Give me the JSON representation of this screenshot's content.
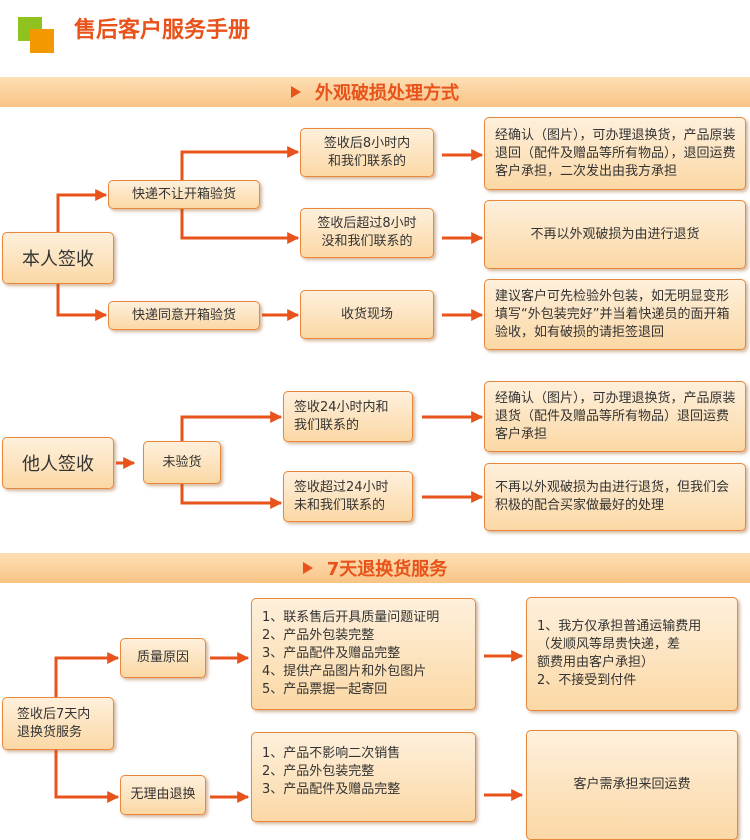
{
  "header": {
    "title": "售后客户服务手册"
  },
  "section1": {
    "title": "外观破损处理方式",
    "self_sign": "本人签收",
    "no_open": "快递不让开箱验货",
    "within_8h": "签收后8小时内\n和我们联系的",
    "within_8h_result": "经确认（图片），可办理退换货，产品原装退回（配件及赠品等所有物品），退回运费客户承担，二次发出由我方承担",
    "over_8h": "签收后超过8小时\n没和我们联系的",
    "over_8h_result": "不再以外观破损为由进行退货",
    "allow_open": "快递同意开箱验货",
    "on_site": "收货现场",
    "on_site_result": "建议客户可先检验外包装，如无明显变形填写“外包装完好”并当着快递员的面开箱验收，如有破损的请拒签退回",
    "other_sign": "他人签收",
    "not_inspected": "未验货",
    "within_24h": "签收24小时内和\n我们联系的",
    "within_24h_result": "经确认（图片），可办理退换货，产品原装退货（配件及赠品等所有物品）退回运费客户承担",
    "over_24h": "签收超过24小时\n未和我们联系的",
    "over_24h_result": "不再以外观破损为由进行退货，但我们会积极的配合买家做最好的处理"
  },
  "section2": {
    "title": "7天退换货服务",
    "start": "签收后7天内\n退换货服务",
    "quality": "质量原因",
    "quality_reqs": "1、联系售后开具质量问题证明\n2、产品外包装完整\n3、产品配件及赠品完整\n4、提供产品图片和外包图片\n5、产品票据一起寄回",
    "quality_result": "1、我方仅承担普通运输费用\n    （发顺风等昂贵快递，差\n    额费用由客户承担）\n2、不接受到付件",
    "no_reason": "无理由退换",
    "no_reason_reqs": "1、产品不影响二次销售\n2、产品外包装完整\n3、产品配件及赠品完整",
    "no_reason_result": "客户需承担来回运费"
  },
  "colors": {
    "accent": "#e8531b",
    "box_border": "#e7883d",
    "band": "#f9c486",
    "logo_green": "#8dc21f",
    "logo_orange": "#f39800"
  }
}
